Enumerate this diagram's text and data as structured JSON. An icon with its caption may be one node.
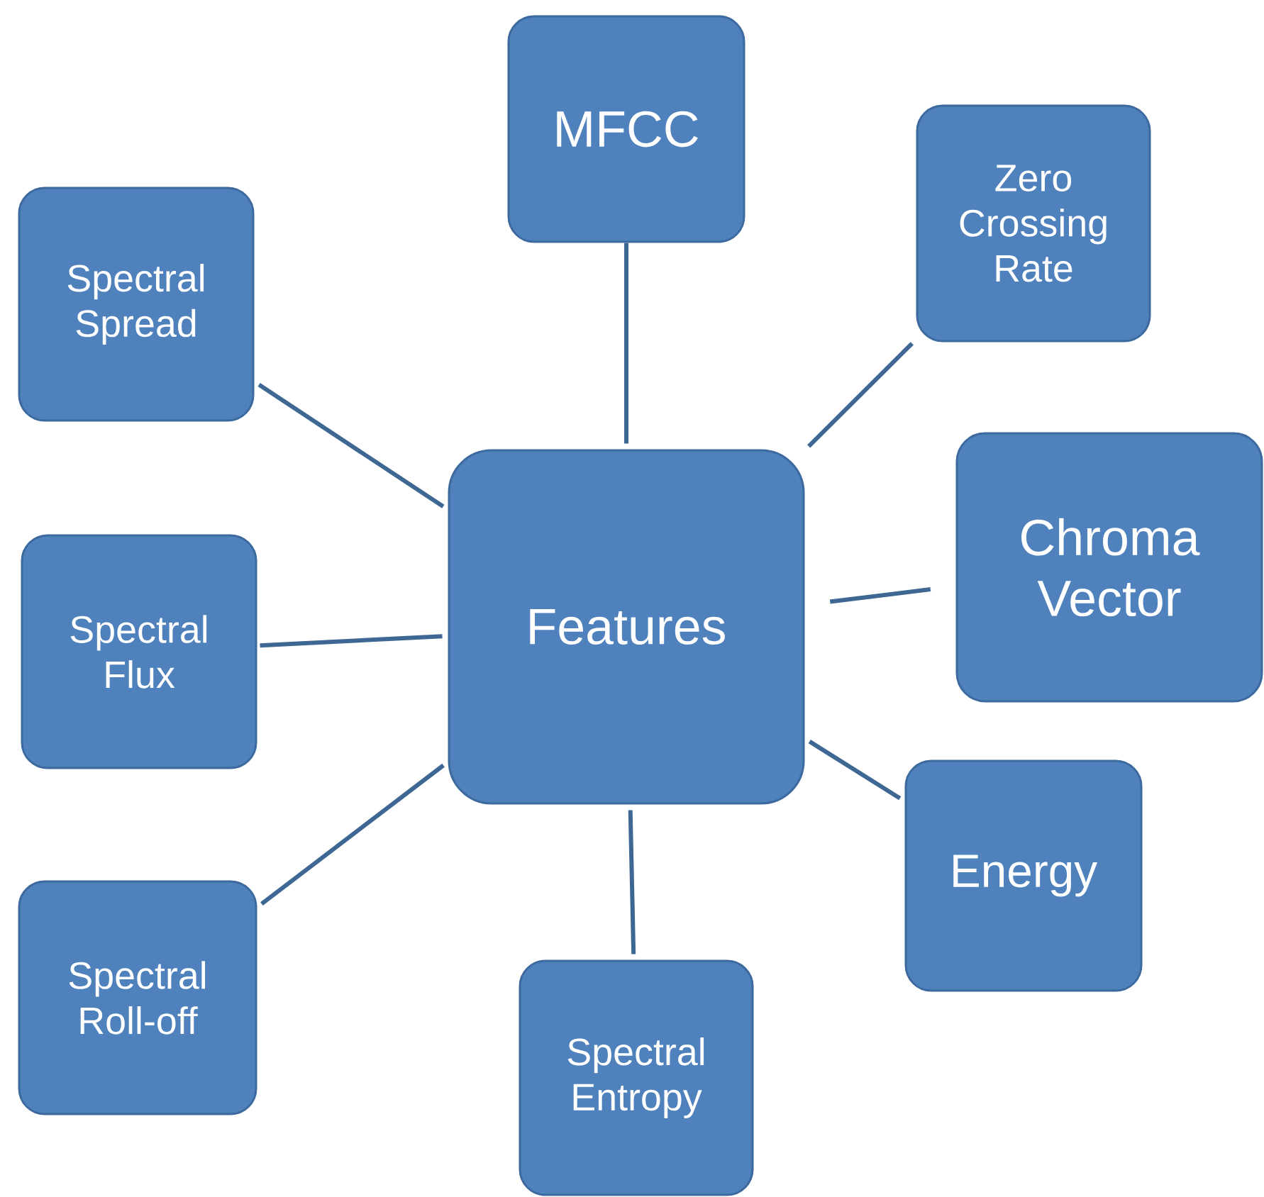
{
  "diagram": {
    "nodes": [
      {
        "text": [
          "Features"
        ]
      },
      {
        "text": [
          "MFCC"
        ]
      },
      {
        "text": [
          "Zero Crossing Rate"
        ]
      },
      {
        "text": [
          "Chroma Vector"
        ]
      },
      {
        "text": [
          "Energy"
        ]
      },
      {
        "text": [
          "Spectral Entropy"
        ]
      },
      {
        "text": [
          "Spectral Roll-off"
        ]
      },
      {
        "text": [
          "Spectral Flux"
        ]
      },
      {
        "text": [
          "Spectral Spread"
        ]
      }
    ],
    "edges": [
      {
        "from": 0,
        "to": 1,
        "arrow": "none"
      },
      {
        "from": 0,
        "to": 2,
        "arrow": "none"
      },
      {
        "from": 0,
        "to": 3,
        "arrow": "none"
      },
      {
        "from": 0,
        "to": 4,
        "arrow": "none"
      },
      {
        "from": 0,
        "to": 5,
        "arrow": "none"
      },
      {
        "from": 0,
        "to": 6,
        "arrow": "none"
      },
      {
        "from": 0,
        "to": 7,
        "arrow": "none"
      },
      {
        "from": 0,
        "to": 8,
        "arrow": "none"
      }
    ]
  }
}
